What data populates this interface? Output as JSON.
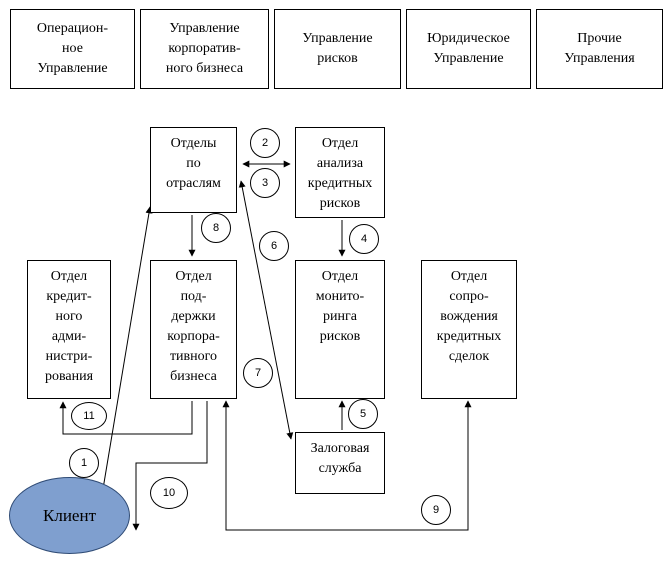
{
  "departments": {
    "operations": "Операцион-\nное\nУправление",
    "corporate": "Управление\nкорпоратив-\nного бизнеса",
    "risk": "Управление\nрисков",
    "legal": "Юридическое\nУправление",
    "other": "Прочие\nУправления"
  },
  "units": {
    "industry": "Отделы\nпо\nотраслям",
    "credit_analysis": "Отдел\nанализа\nкредитных\nрисков",
    "credit_admin": "Отдел\nкредит-\nного\nадми-\nнистри-\nрования",
    "corporate_support": "Отдел\nпод-\nдержки\nкорпора-\nтивного\nбизнеса",
    "risk_monitoring": "Отдел\nмонито-\nринга\nрисков",
    "deal_support": "Отдел\nсопро-\nвождения\nкредитных\nсделок",
    "collateral": "Залоговая\nслужба"
  },
  "client": "Клиент",
  "steps": [
    "1",
    "2",
    "3",
    "4",
    "5",
    "6",
    "7",
    "8",
    "9",
    "10",
    "11"
  ]
}
